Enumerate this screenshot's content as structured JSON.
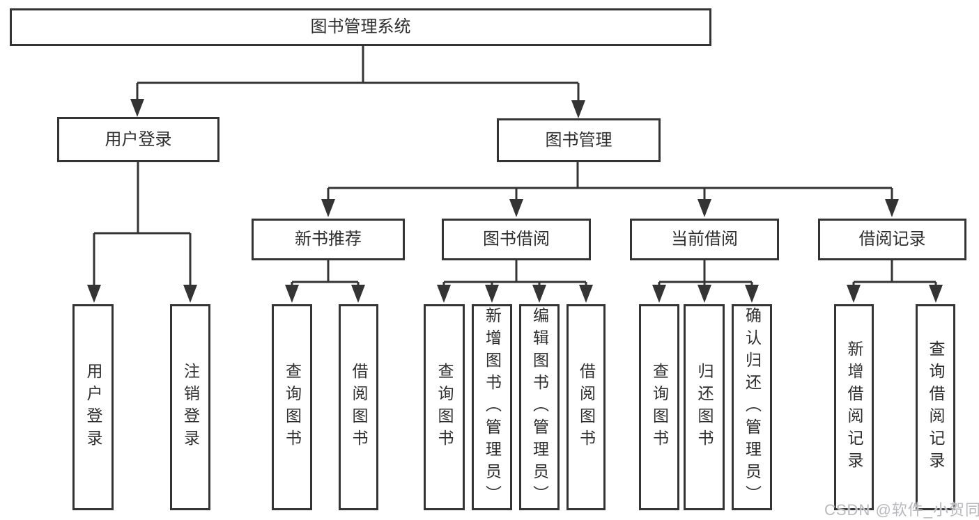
{
  "diagram": {
    "nodes": {
      "root": "图书管理系统",
      "user_login": "用户登录",
      "book_mgmt": "图书管理",
      "new_book_rec": "新书推荐",
      "book_borrow": "图书借阅",
      "current_borrow": "当前借阅",
      "borrow_records": "借阅记录",
      "leaf_user_login": "用户登录",
      "leaf_logout": "注销登录",
      "leaf_query_book_rec": "查询图书",
      "leaf_borrow_book_rec": "借阅图书",
      "leaf_query_book_borrow": "查询图书",
      "leaf_add_book": "新增图书（管理员）",
      "leaf_edit_book": "编辑图书（管理员）",
      "leaf_borrow_book_borrow": "借阅图书",
      "leaf_query_book_current": "查询图书",
      "leaf_return_book": "归还图书",
      "leaf_confirm_return": "确认归还（管理员）",
      "leaf_add_borrow_record": "新增借阅记录",
      "leaf_query_borrow_record": "查询借阅记录"
    },
    "watermark": "CSDN @软件_小贺同学",
    "colors": {
      "line": "#343434",
      "box_border": "#343434",
      "text": "#2e2e2e",
      "background": "#ffffff",
      "watermark": "#b9b9bd"
    }
  }
}
